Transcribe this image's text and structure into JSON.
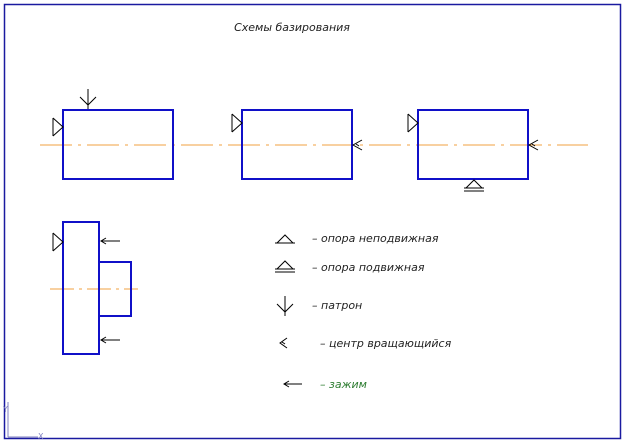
{
  "title": "Схемы базирования",
  "legend": {
    "fixed_support": "– опора неподвижная",
    "movable_support": "– опора подвижная",
    "chuck": "– патрон",
    "rotating_center": "– центр вращающийся",
    "clamp": "– зажим"
  },
  "axis_labels": {
    "y": "Y",
    "x": "X"
  },
  "colors": {
    "frame": "#1a1aa0",
    "part": "#1010c8",
    "axis_line": "#f0a040",
    "symbol": "#000000",
    "text": "#222222",
    "clamp_text": "#2e7d32",
    "ucs": "#8080c0"
  },
  "icons": [
    "fixed-support-icon",
    "movable-support-icon",
    "chuck-icon",
    "rotating-center-icon",
    "clamp-arrow-icon"
  ]
}
